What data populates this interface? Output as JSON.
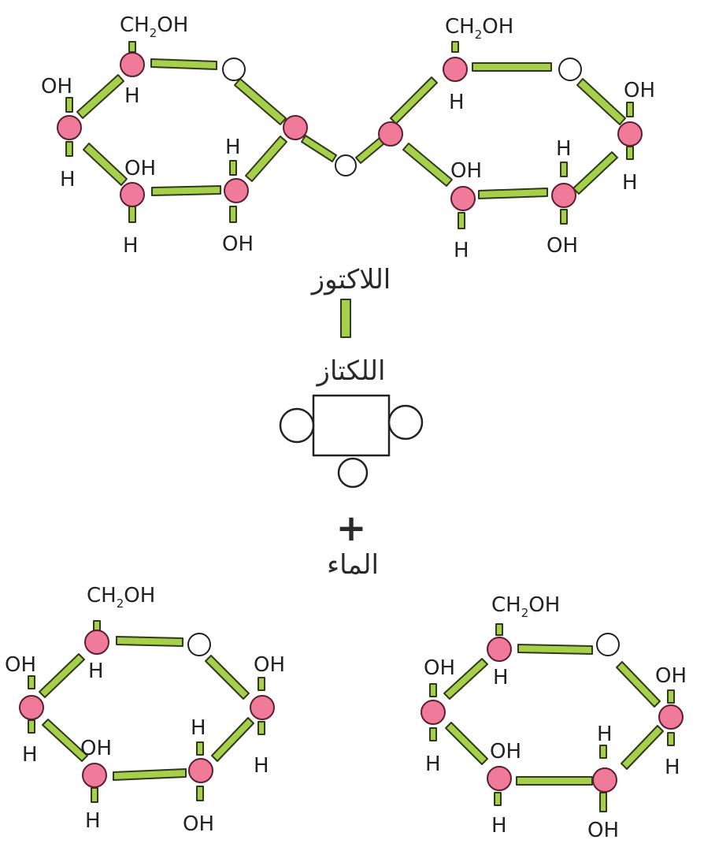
{
  "colors": {
    "bond_fill": "#a6cf4a",
    "bond_stroke": "#2f3a1c",
    "atom_fill": "#f07a9a",
    "atom_stroke": "#5a2030",
    "oxygen_fill": "#ffffff",
    "ink": "#2a2a2a"
  },
  "labels": {
    "oh": "OH",
    "h": "H",
    "ch2_c": "CH",
    "ch2_sub": "2",
    "ch2_oh": "OH"
  },
  "diagram": {
    "lactose_label": "اللاكتوز",
    "lactase_label": "اللكتاز",
    "plus_sign": "+",
    "water_label": "الماء"
  }
}
